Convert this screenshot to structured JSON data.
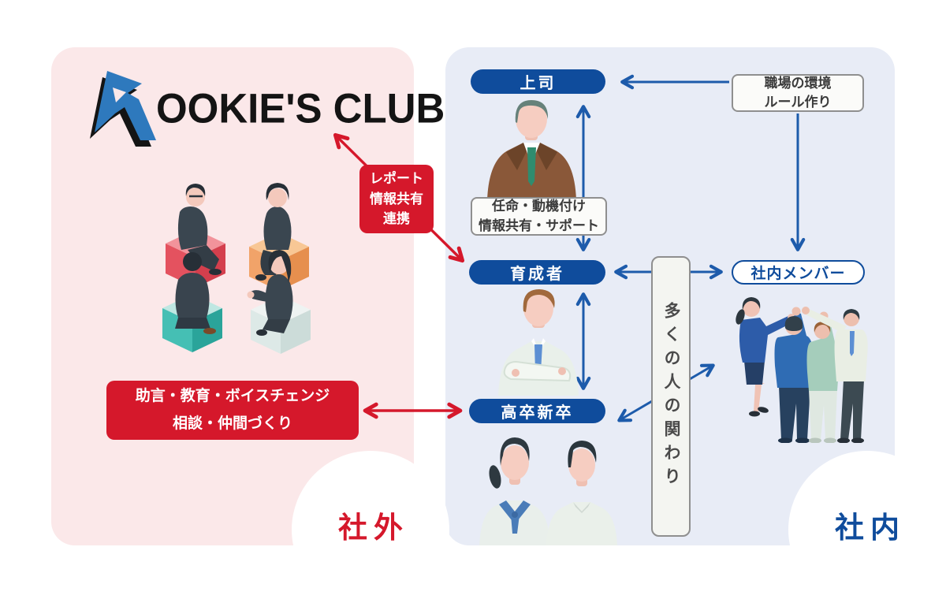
{
  "brand": {
    "name": "ROOKIE'S CLUB",
    "logo_text": "OOKIE'S CLUB"
  },
  "corner_labels": {
    "external": "社外",
    "internal": "社内"
  },
  "pills": {
    "boss": "上司",
    "mentor": "育成者",
    "graduates": "高卒新卒",
    "members": "社内メンバー"
  },
  "callouts": {
    "report": {
      "lines": [
        "レポート",
        "情報共有",
        "連携"
      ]
    },
    "advice": {
      "lines": [
        "助言・教育・ボイスチェンジ",
        "相談・仲間づくり"
      ]
    },
    "workplace": {
      "lines": [
        "職場の環境",
        "ルール作り"
      ]
    },
    "appointment": {
      "lines": [
        "任命・動機付け",
        "情報共有・サポート"
      ]
    },
    "involvement": {
      "text": "多くの人の関わり"
    }
  },
  "colors": {
    "accent_red": "#d5182b",
    "deep_blue": "#0f4c9c",
    "arrow_blue": "#1d5bab",
    "logo_blue": "#2e79bd",
    "panel_pink": "#fbe8e9",
    "panel_blue": "#e8ecf6"
  }
}
